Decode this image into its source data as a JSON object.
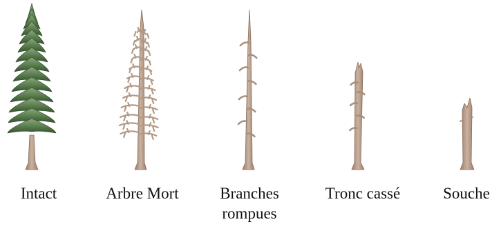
{
  "figure": {
    "stages": [
      {
        "id": "intact",
        "label": "Intact",
        "icon": "intact-tree-icon"
      },
      {
        "id": "dead",
        "label": "Arbre Mort",
        "icon": "dead-tree-icon"
      },
      {
        "id": "broken-branches",
        "label": "Branches rompues",
        "label_lines": [
          "Branches",
          "rompues"
        ],
        "icon": "broken-branches-tree-icon"
      },
      {
        "id": "broken-trunk",
        "label": "Tronc cassé",
        "icon": "broken-trunk-tree-icon"
      },
      {
        "id": "stump",
        "label": "Souche",
        "icon": "stump-icon"
      }
    ],
    "colors": {
      "foliage_light": "#7a9a6a",
      "foliage_dark": "#3d5e36",
      "trunk_light": "#c9b2a0",
      "trunk_dark": "#9a7c68",
      "label": "#111111"
    }
  }
}
